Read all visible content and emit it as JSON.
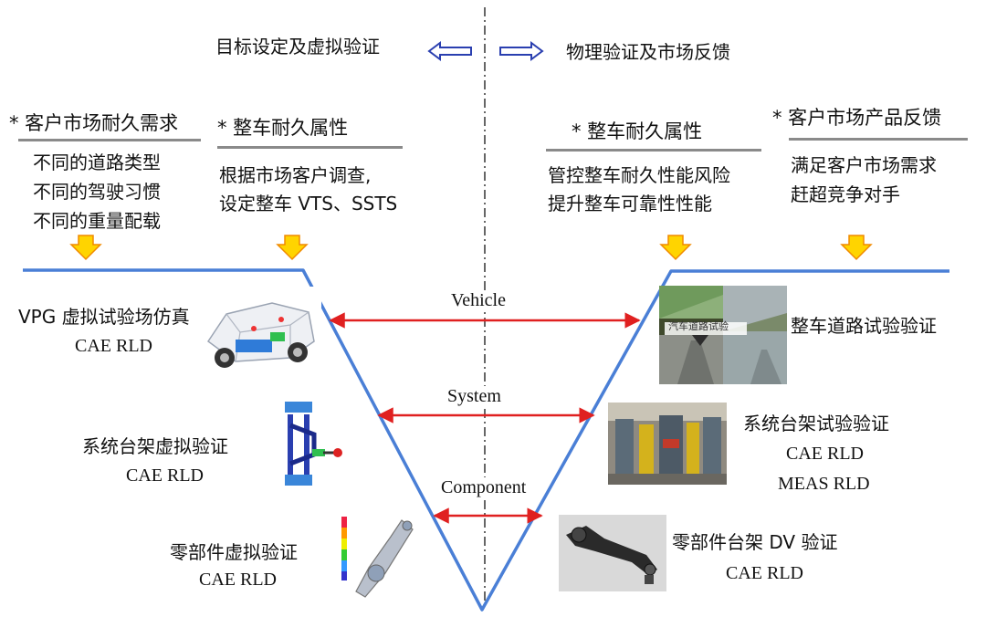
{
  "colors": {
    "v_line": "#4a7fd6",
    "arrow_red": "#e02020",
    "arrow_yellow": "#ffd400",
    "arrow_orange": "#f08a00",
    "hollow_arrow": "#2a3fb0"
  },
  "top": {
    "left_label": "目标设定及虚拟验证",
    "right_label": "物理验证及市场反馈"
  },
  "header_left1": {
    "title": "* 客户市场耐久需求",
    "lines": [
      "不同的道路类型",
      "不同的驾驶习惯",
      "不同的重量配载"
    ]
  },
  "header_left2": {
    "title": "* 整车耐久属性",
    "lines": [
      "根据市场客户调查,",
      "设定整车 VTS、SSTS"
    ]
  },
  "header_right1": {
    "title": "* 整车耐久属性",
    "lines": [
      "管控整车耐久性能风险",
      "提升整车可靠性性能"
    ]
  },
  "header_right2": {
    "title": "* 客户市场产品反馈",
    "lines": [
      "满足客户市场需求",
      "赶超竞争对手"
    ]
  },
  "levels": {
    "vehicle": "Vehicle",
    "system": "System",
    "component": "Component"
  },
  "left_side": {
    "vehicle": {
      "line1": "VPG 虚拟试验场仿真",
      "line2": "CAE RLD"
    },
    "system": {
      "line1": "系统台架虚拟验证",
      "line2": "CAE RLD"
    },
    "component": {
      "line1": "零部件虚拟验证",
      "line2": "CAE RLD"
    }
  },
  "right_side": {
    "vehicle": {
      "line1": "整车道路试验验证"
    },
    "system": {
      "line1": "系统台架试验验证",
      "line2": "CAE RLD",
      "line3": "MEAS RLD"
    },
    "component": {
      "line1": "零部件台架 DV 验证",
      "line2": "CAE RLD"
    }
  },
  "photo_sign": "汽车道路试验"
}
